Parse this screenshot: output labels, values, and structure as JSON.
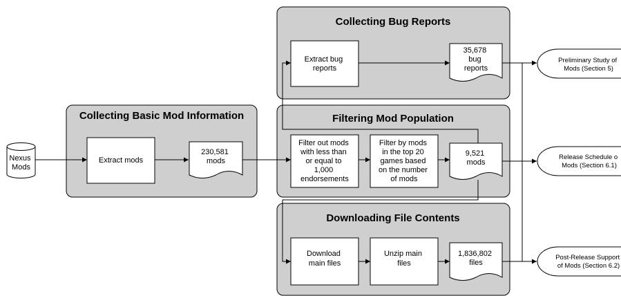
{
  "source": {
    "label": [
      "Nexus",
      "Mods"
    ]
  },
  "panels": {
    "basic_info": {
      "title": "Collecting Basic Mod Information",
      "process": [
        "Extract mods"
      ],
      "document": [
        "230,581",
        "mods"
      ]
    },
    "bug_reports": {
      "title": "Collecting Bug Reports",
      "process": [
        "Extract bug",
        "reports"
      ],
      "document": [
        "35,678",
        "bug",
        "reports"
      ]
    },
    "filtering": {
      "title": "Filtering Mod Population",
      "process1": [
        "Filter out mods",
        "with less than",
        "or equal to",
        "1,000",
        "endorsements"
      ],
      "process2": [
        "Filter by mods",
        "in the top 20",
        "games based",
        "on the number",
        "of mods"
      ],
      "document": [
        "9,521",
        "mods"
      ]
    },
    "downloading": {
      "title": "Downloading File Contents",
      "process1": [
        "Download",
        "main files"
      ],
      "process2": [
        "Unzip main",
        "files"
      ],
      "document": [
        "1,836,802",
        "files"
      ]
    }
  },
  "outputs": {
    "preliminary": [
      "Preliminary Study of",
      "Mods (Section 5)"
    ],
    "release": [
      "Release Schedule o",
      "Mods (Section 6.1)"
    ],
    "post_release": [
      "Post-Release Support",
      "of Mods (Section 6.2)"
    ]
  }
}
